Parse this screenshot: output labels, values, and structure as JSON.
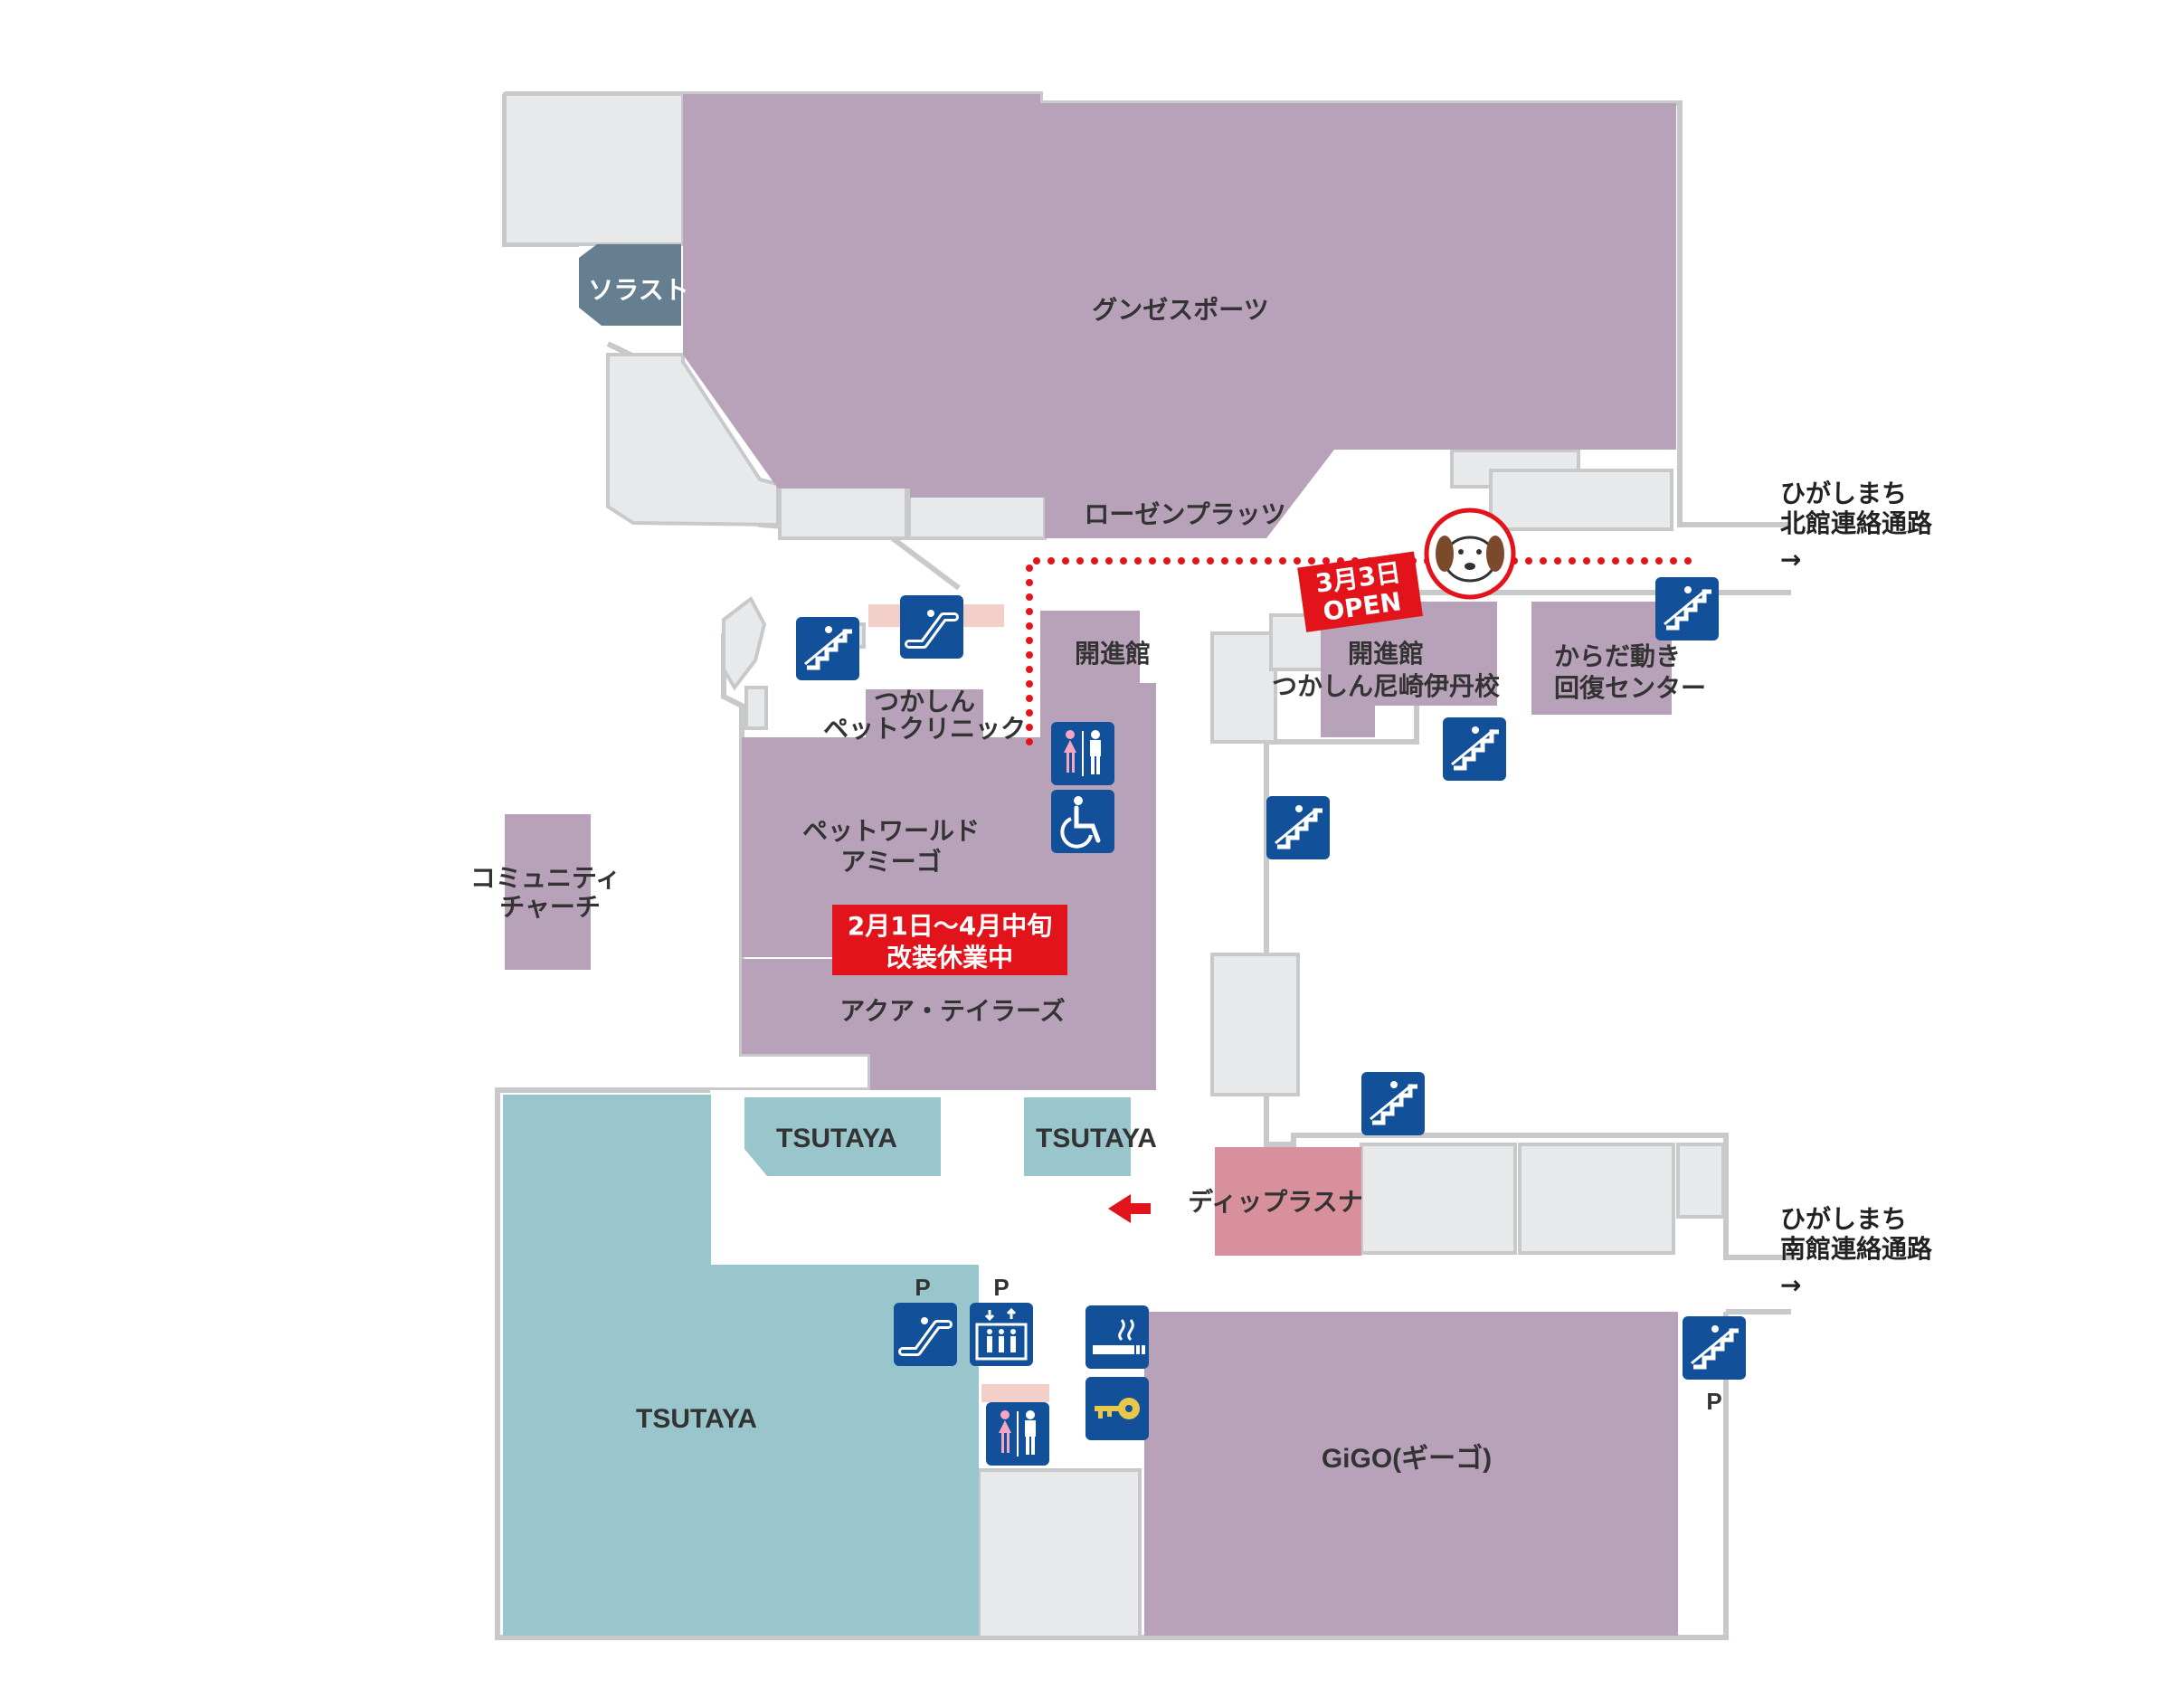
{
  "colors": {
    "shop": "#b8a2b9",
    "tsutaya": "#98c6cc",
    "solast": "#657f91",
    "dip": "#d8909d",
    "corridor": "#e8e9eb",
    "outline": "#c8c9cb",
    "icon": "#12509a",
    "accent_red": "#e3131c",
    "toilet_bar": "#f2cfc9"
  },
  "stores": {
    "gunze": "グンゼスポーツ",
    "solast": "ソラスト",
    "rosen": "ローゼンプラッツ",
    "kaishinkan_small": "開進館",
    "kaishinkan_school_line1": "開進館",
    "kaishinkan_school_line2": "つかしん尼崎伊丹校",
    "karada_line1": "からだ動き",
    "karada_line2": "回復センター",
    "petclinic_line1": "つかしん",
    "petclinic_line2": "ペットクリニック",
    "petworld_line1": "ペットワールド",
    "petworld_line2": "アミーゴ",
    "aqua": "アクア・テイラーズ",
    "community_line1": "コミュニティ",
    "community_line2": "チャーチ",
    "tsutaya_a": "TSUTAYA",
    "tsutaya_b": "TSUTAYA",
    "tsutaya_main": "TSUTAYA",
    "dip": "ディップラスナ",
    "gigo": "GiGO(ギーゴ)"
  },
  "notices": {
    "renovation_line1": "2月1日～4月中旬",
    "renovation_line2": "改装休業中",
    "open_line1": "3月3日",
    "open_line2": "OPEN"
  },
  "exits": {
    "north_line1": "ひがしまち",
    "north_line2": "北館連絡通路",
    "south_line1": "ひがしまち",
    "south_line2": "南館連絡通路",
    "arrow": "→"
  },
  "parking": {
    "p1": "P",
    "p2": "P",
    "p3": "P"
  }
}
